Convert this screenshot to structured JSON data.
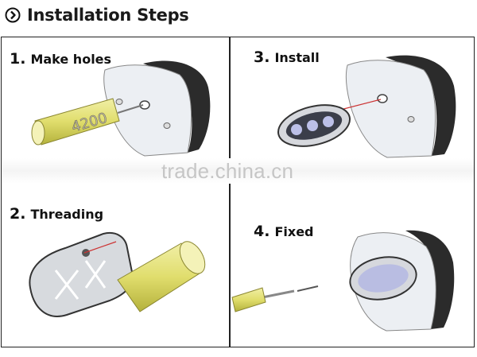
{
  "header": {
    "icon": "chevron-right-circle-icon",
    "title": "Installation Steps"
  },
  "steps": [
    {
      "num": "1.",
      "label": "Make holes"
    },
    {
      "num": "3.",
      "label": "Install"
    },
    {
      "num": "2.",
      "label": "Threading"
    },
    {
      "num": "4.",
      "label": "Fixed"
    }
  ],
  "drill_text": "4200",
  "watermark": "trade.china.cn",
  "colors": {
    "frame": "#222222",
    "tool_yellow": "#e3e070",
    "hull_dark": "#2b2b2b",
    "hull_light": "#eceff3"
  }
}
